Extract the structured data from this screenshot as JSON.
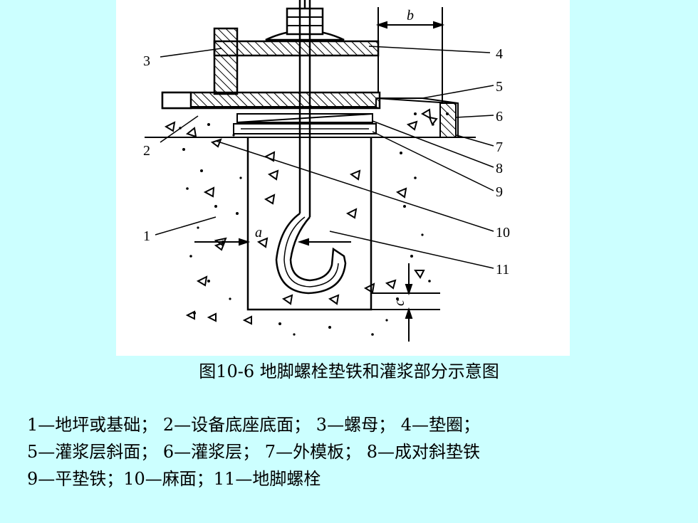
{
  "caption": "图10-6 地脚螺栓垫铁和灌浆部分示意图",
  "legend": [
    "1—地坪或基础； 2—设备底座底面； 3—螺母； 4—垫圈；",
    "5—灌浆层斜面； 6—灌浆层； 7—外模板； 8—成对斜垫铁",
    "9—平垫铁；10—麻面；11—地脚螺栓"
  ],
  "diagram": {
    "callouts": [
      "1",
      "2",
      "3",
      "4",
      "5",
      "6",
      "7",
      "8",
      "9",
      "10",
      "11"
    ],
    "dimensions": [
      "a",
      "b",
      "c"
    ]
  },
  "colors": {
    "background": "#ccffff",
    "panel": "#ffffff",
    "ink": "#000000"
  }
}
